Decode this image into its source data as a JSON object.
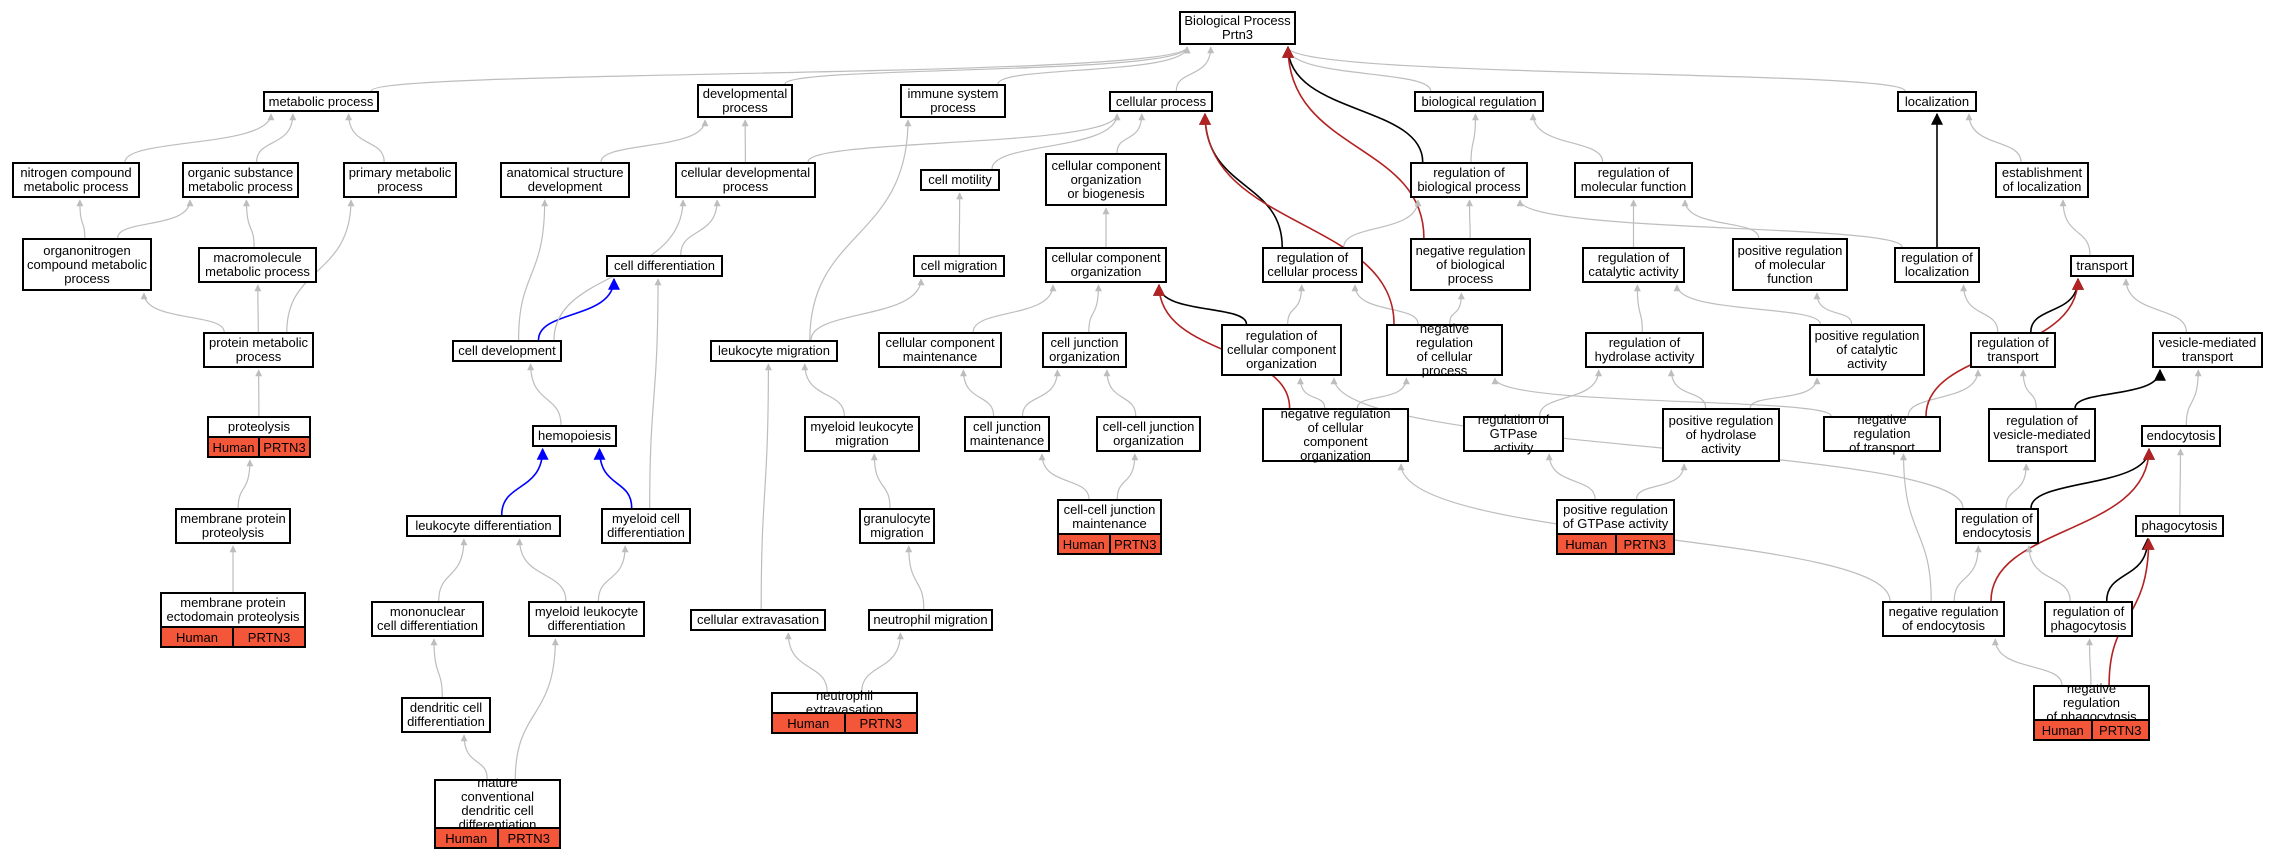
{
  "root": {
    "line1": "Biological Process",
    "line2": "Prtn3"
  },
  "colors": {
    "gray": "#bdbdbd",
    "black": "#000000",
    "red": "#b22222",
    "blue": "#0000ff",
    "annotation": "#f4563a"
  },
  "nodes": {
    "metabolic": "metabolic process",
    "developmental": "developmental\nprocess",
    "immune": "immune system\nprocess",
    "cellular": "cellular process",
    "bioreg": "biological regulation",
    "localization": "localization",
    "nitrogen": "nitrogen compound\nmetabolic process",
    "organic": "organic substance\nmetabolic process",
    "primary": "primary metabolic\nprocess",
    "anatomical": "anatomical structure\ndevelopment",
    "celldevproc": "cellular developmental\nprocess",
    "motility": "cell motility",
    "ccob": "cellular component\norganization\nor biogenesis",
    "regbio": "regulation of\nbiological process",
    "regmol": "regulation of\nmolecular function",
    "estloc": "establishment\nof localization",
    "organonitrogen": "organonitrogen\ncompound metabolic\nprocess",
    "macromolecule": "macromolecule\nmetabolic process",
    "celldiff": "cell differentiation",
    "migration": "cell migration",
    "cco": "cellular component\norganization",
    "regcell": "regulation of\ncellular process",
    "negregbio": "negative regulation\nof biological\nprocess",
    "regcat": "regulation of\ncatalytic activity",
    "posregmol": "positive regulation\nof molecular\nfunction",
    "regloc": "regulation of\nlocalization",
    "transport": "transport",
    "protmet": "protein metabolic\nprocess",
    "celldev": "cell development",
    "leukmig": "leukocyte migration",
    "ccm": "cellular component\nmaintenance",
    "cjo": "cell junction\norganization",
    "regcco": "regulation of\ncellular component\norganization",
    "negregcell": "negative regulation\nof cellular\nprocess",
    "reghyd": "regulation of\nhydrolase activity",
    "posregcat": "positive regulation\nof catalytic\nactivity",
    "regtrans": "regulation of\ntransport",
    "vesmed": "vesicle-mediated\ntransport",
    "proteolysis": "proteolysis",
    "hemopoiesis": "hemopoiesis",
    "myleukmig": "myeloid leukocyte\nmigration",
    "cjm": "cell junction\nmaintenance",
    "ccjo": "cell-cell junction\norganization",
    "negregcco": "negative regulation\nof cellular\ncomponent organization",
    "reggtp": "regulation of\nGTPase activity",
    "posreghyd": "positive regulation\nof hydrolase\nactivity",
    "negregtrans": "negative regulation\nof transport",
    "regvesmed": "regulation of\nvesicle-mediated\ntransport",
    "endocytosis": "endocytosis",
    "mpp": "membrane protein\nproteolysis",
    "leukdiff": "leukocyte differentiation",
    "mydiff": "myeloid cell\ndifferentiation",
    "granmig": "granulocyte\nmigration",
    "ccjm": "cell-cell junction\nmaintenance",
    "posreggtp": "positive regulation\nof GTPase activity",
    "regendo": "regulation of\nendocytosis",
    "phagocytosis": "phagocytosis",
    "mped": "membrane protein\nectodomain proteolysis",
    "mononuc": "mononuclear\ncell differentiation",
    "myleukdiff": "myeloid leukocyte\ndifferentiation",
    "extravasation": "cellular extravasation",
    "neutmig": "neutrophil migration",
    "negregendo": "negative regulation\nof endocytosis",
    "regphago": "regulation of\nphagocytosis",
    "dendritic": "dendritic cell\ndifferentiation",
    "neutextra": "neutrophil extravasation",
    "negregphago": "negative regulation\nof phagocytosis",
    "mcdc": "mature conventional\ndendritic cell\ndifferentiation"
  },
  "annotation": {
    "species": "Human",
    "gene": "PRTN3"
  }
}
